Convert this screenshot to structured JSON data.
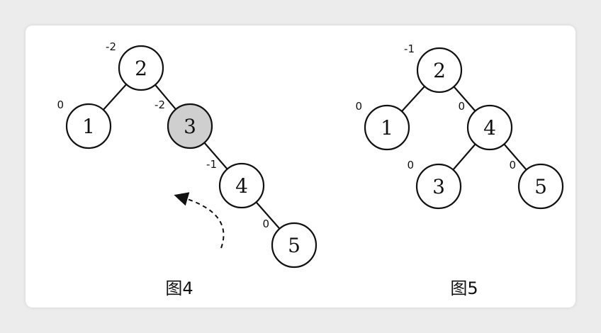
{
  "figures": [
    {
      "caption": "图4",
      "nodes": [
        {
          "id": "n2",
          "label": "2",
          "balance": "-2",
          "highlight": false
        },
        {
          "id": "n1",
          "label": "1",
          "balance": "0",
          "highlight": false
        },
        {
          "id": "n3",
          "label": "3",
          "balance": "-2",
          "highlight": true
        },
        {
          "id": "n4",
          "label": "4",
          "balance": "-1",
          "highlight": false
        },
        {
          "id": "n5",
          "label": "5",
          "balance": "0",
          "highlight": false
        }
      ],
      "edges": [
        [
          "n2",
          "n1"
        ],
        [
          "n2",
          "n3"
        ],
        [
          "n3",
          "n4"
        ],
        [
          "n4",
          "n5"
        ]
      ],
      "rotation_arrow": {
        "style": "dashed",
        "direction": "counterclockwise"
      }
    },
    {
      "caption": "图5",
      "nodes": [
        {
          "id": "n2",
          "label": "2",
          "balance": "-1",
          "highlight": false
        },
        {
          "id": "n1",
          "label": "1",
          "balance": "0",
          "highlight": false
        },
        {
          "id": "n4",
          "label": "4",
          "balance": "0",
          "highlight": false
        },
        {
          "id": "n3",
          "label": "3",
          "balance": "0",
          "highlight": false
        },
        {
          "id": "n5",
          "label": "5",
          "balance": "0",
          "highlight": false
        }
      ],
      "edges": [
        [
          "n2",
          "n1"
        ],
        [
          "n2",
          "n4"
        ],
        [
          "n4",
          "n3"
        ],
        [
          "n4",
          "n5"
        ]
      ]
    }
  ],
  "colors": {
    "highlight_fill": "#cfcfcf",
    "stroke": "#111111",
    "background": "#ffffff"
  }
}
